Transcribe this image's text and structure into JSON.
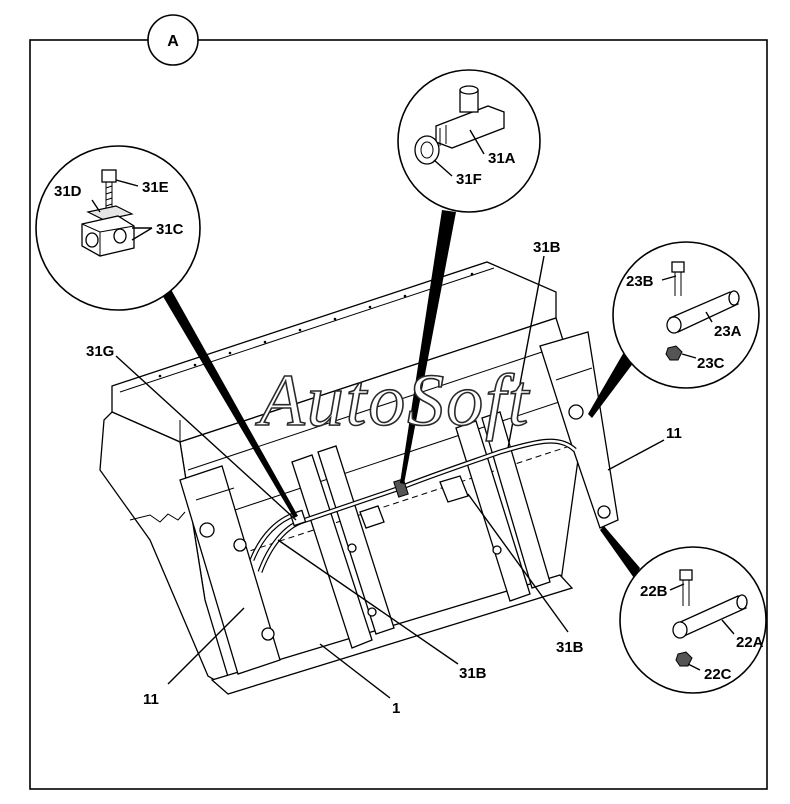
{
  "view_label": "A",
  "watermark": "AutoSoft",
  "callouts": {
    "c_31D": "31D",
    "c_31E": "31E",
    "c_31C": "31C",
    "c_31A": "31A",
    "c_31F": "31F",
    "c_31B_top": "31B",
    "c_31G": "31G",
    "c_23B": "23B",
    "c_23A": "23A",
    "c_23C": "23C",
    "c_11_right": "11",
    "c_22B": "22B",
    "c_22A": "22A",
    "c_22C": "22C",
    "c_31B_right": "31B",
    "c_31B_bottom": "31B",
    "c_11_left": "11",
    "c_1": "1"
  },
  "icons": [
    "clamp-detail-icon",
    "tee-fitting-detail-icon",
    "pin-23-detail-icon",
    "pin-22-detail-icon",
    "loader-bucket-icon"
  ]
}
